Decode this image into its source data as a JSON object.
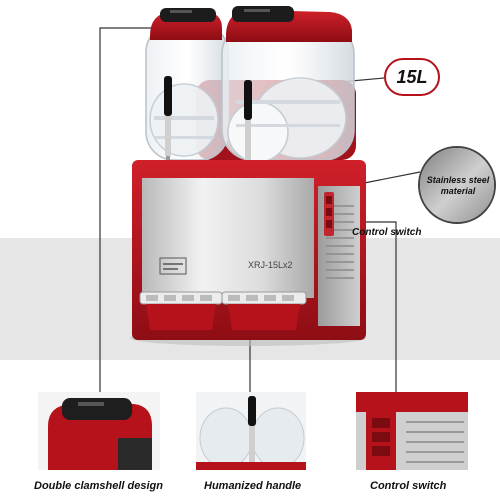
{
  "capacity_badge": "15L",
  "callouts": {
    "material": [
      "Stainless steel",
      "material"
    ],
    "control_switch": "Control switch",
    "clamshell": "Double clamshell design",
    "handle": "Humanized handle"
  },
  "machine": {
    "model_label": "XRJ-15Lx2"
  },
  "colors": {
    "accent_red": "#b5121b",
    "dark_red": "#8e0d14",
    "steel": "#d8d8d8",
    "band_gray": "#e6e6e6",
    "line_dark": "#333333"
  }
}
